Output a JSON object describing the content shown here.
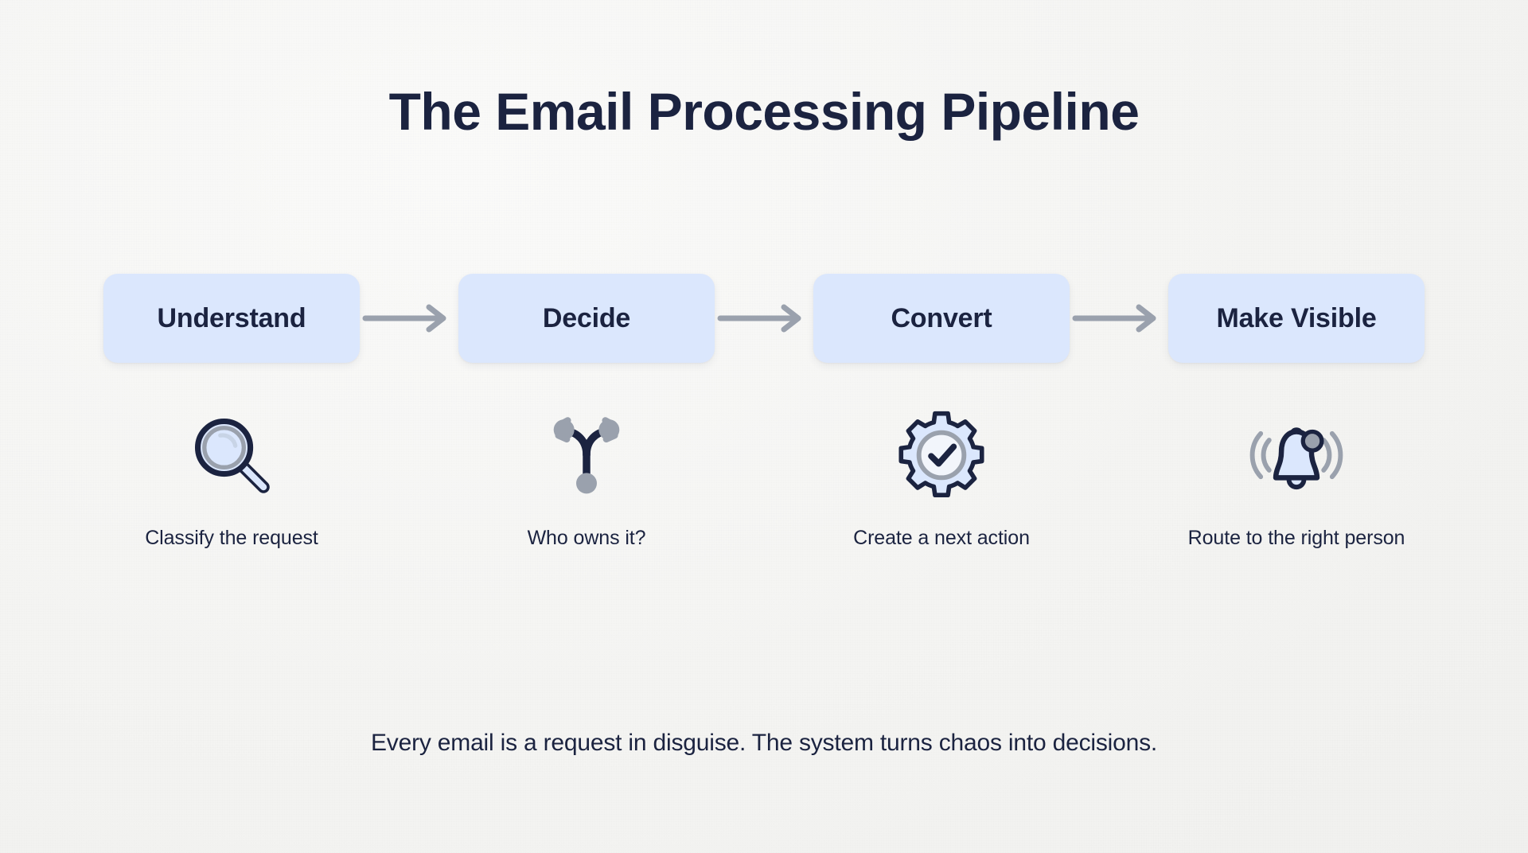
{
  "page": {
    "title": "The Email Processing Pipeline",
    "footer": "Every email is a request in disguise. The system turns chaos into decisions.",
    "background_color": "#f4f4f2",
    "text_color": "#1b2340",
    "box_color": "#dbe7fd",
    "arrow_color": "#9aa1ad",
    "icon_accent_color": "#9aa1ad",
    "icon_fill_color": "#dbe7fd",
    "icon_outline_color": "#1b2340"
  },
  "steps": [
    {
      "label": "Understand",
      "caption": "Classify the request",
      "icon": "magnifier-icon"
    },
    {
      "label": "Decide",
      "caption": "Who owns it?",
      "icon": "branch-fork-icon"
    },
    {
      "label": "Convert",
      "caption": "Create a next action",
      "icon": "gear-check-icon"
    },
    {
      "label": "Make Visible",
      "caption": "Route to the right person",
      "icon": "bell-notification-icon"
    }
  ],
  "arrows": [
    {
      "name": "arrow-understand-to-decide"
    },
    {
      "name": "arrow-decide-to-convert"
    },
    {
      "name": "arrow-convert-to-make-visible"
    }
  ]
}
